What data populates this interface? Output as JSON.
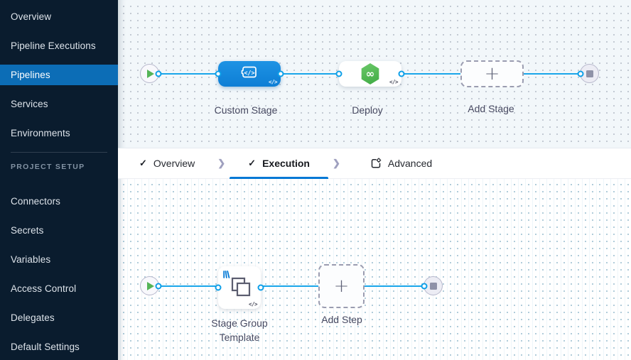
{
  "sidebar": {
    "items": [
      {
        "label": "Overview"
      },
      {
        "label": "Pipeline Executions"
      },
      {
        "label": "Pipelines"
      },
      {
        "label": "Services"
      },
      {
        "label": "Environments"
      }
    ],
    "active_item": "Pipelines",
    "section_label": "PROJECT SETUP",
    "setup_items": [
      {
        "label": "Connectors"
      },
      {
        "label": "Secrets"
      },
      {
        "label": "Variables"
      },
      {
        "label": "Access Control"
      },
      {
        "label": "Delegates"
      },
      {
        "label": "Default Settings"
      }
    ]
  },
  "pipeline_canvas": {
    "stages": [
      {
        "label": "Custom Stage",
        "icon": "custom-stage-icon"
      },
      {
        "label": "Deploy",
        "icon": "cd-hexagon-icon"
      },
      {
        "label": "Add Stage",
        "icon": "plus-icon"
      }
    ],
    "plus_glyph": "+",
    "code_badge_glyph": "</>",
    "infinity_glyph": "∞",
    "custom_stage_icon_glyph": "</>"
  },
  "tab_bar": {
    "tabs": [
      {
        "label": "Overview",
        "state": "complete"
      },
      {
        "label": "Execution",
        "state": "active"
      },
      {
        "label": "Advanced",
        "state": "default"
      }
    ],
    "check_glyph": "✓",
    "chevron_glyph": "❯"
  },
  "execution_canvas": {
    "steps": [
      {
        "label": "Stage Group Template"
      },
      {
        "label": "Add Step"
      }
    ],
    "plus_glyph": "+",
    "code_badge_glyph": "</>"
  },
  "colors": {
    "sidebar_bg": "#0a1c2e",
    "active_nav_blue": "#0c6db6",
    "tab_underline_blue": "#0278d5",
    "connector_blue": "#1aa6ea",
    "stage_node_blue": "#1389dc",
    "deploy_green": "#4db04b"
  }
}
